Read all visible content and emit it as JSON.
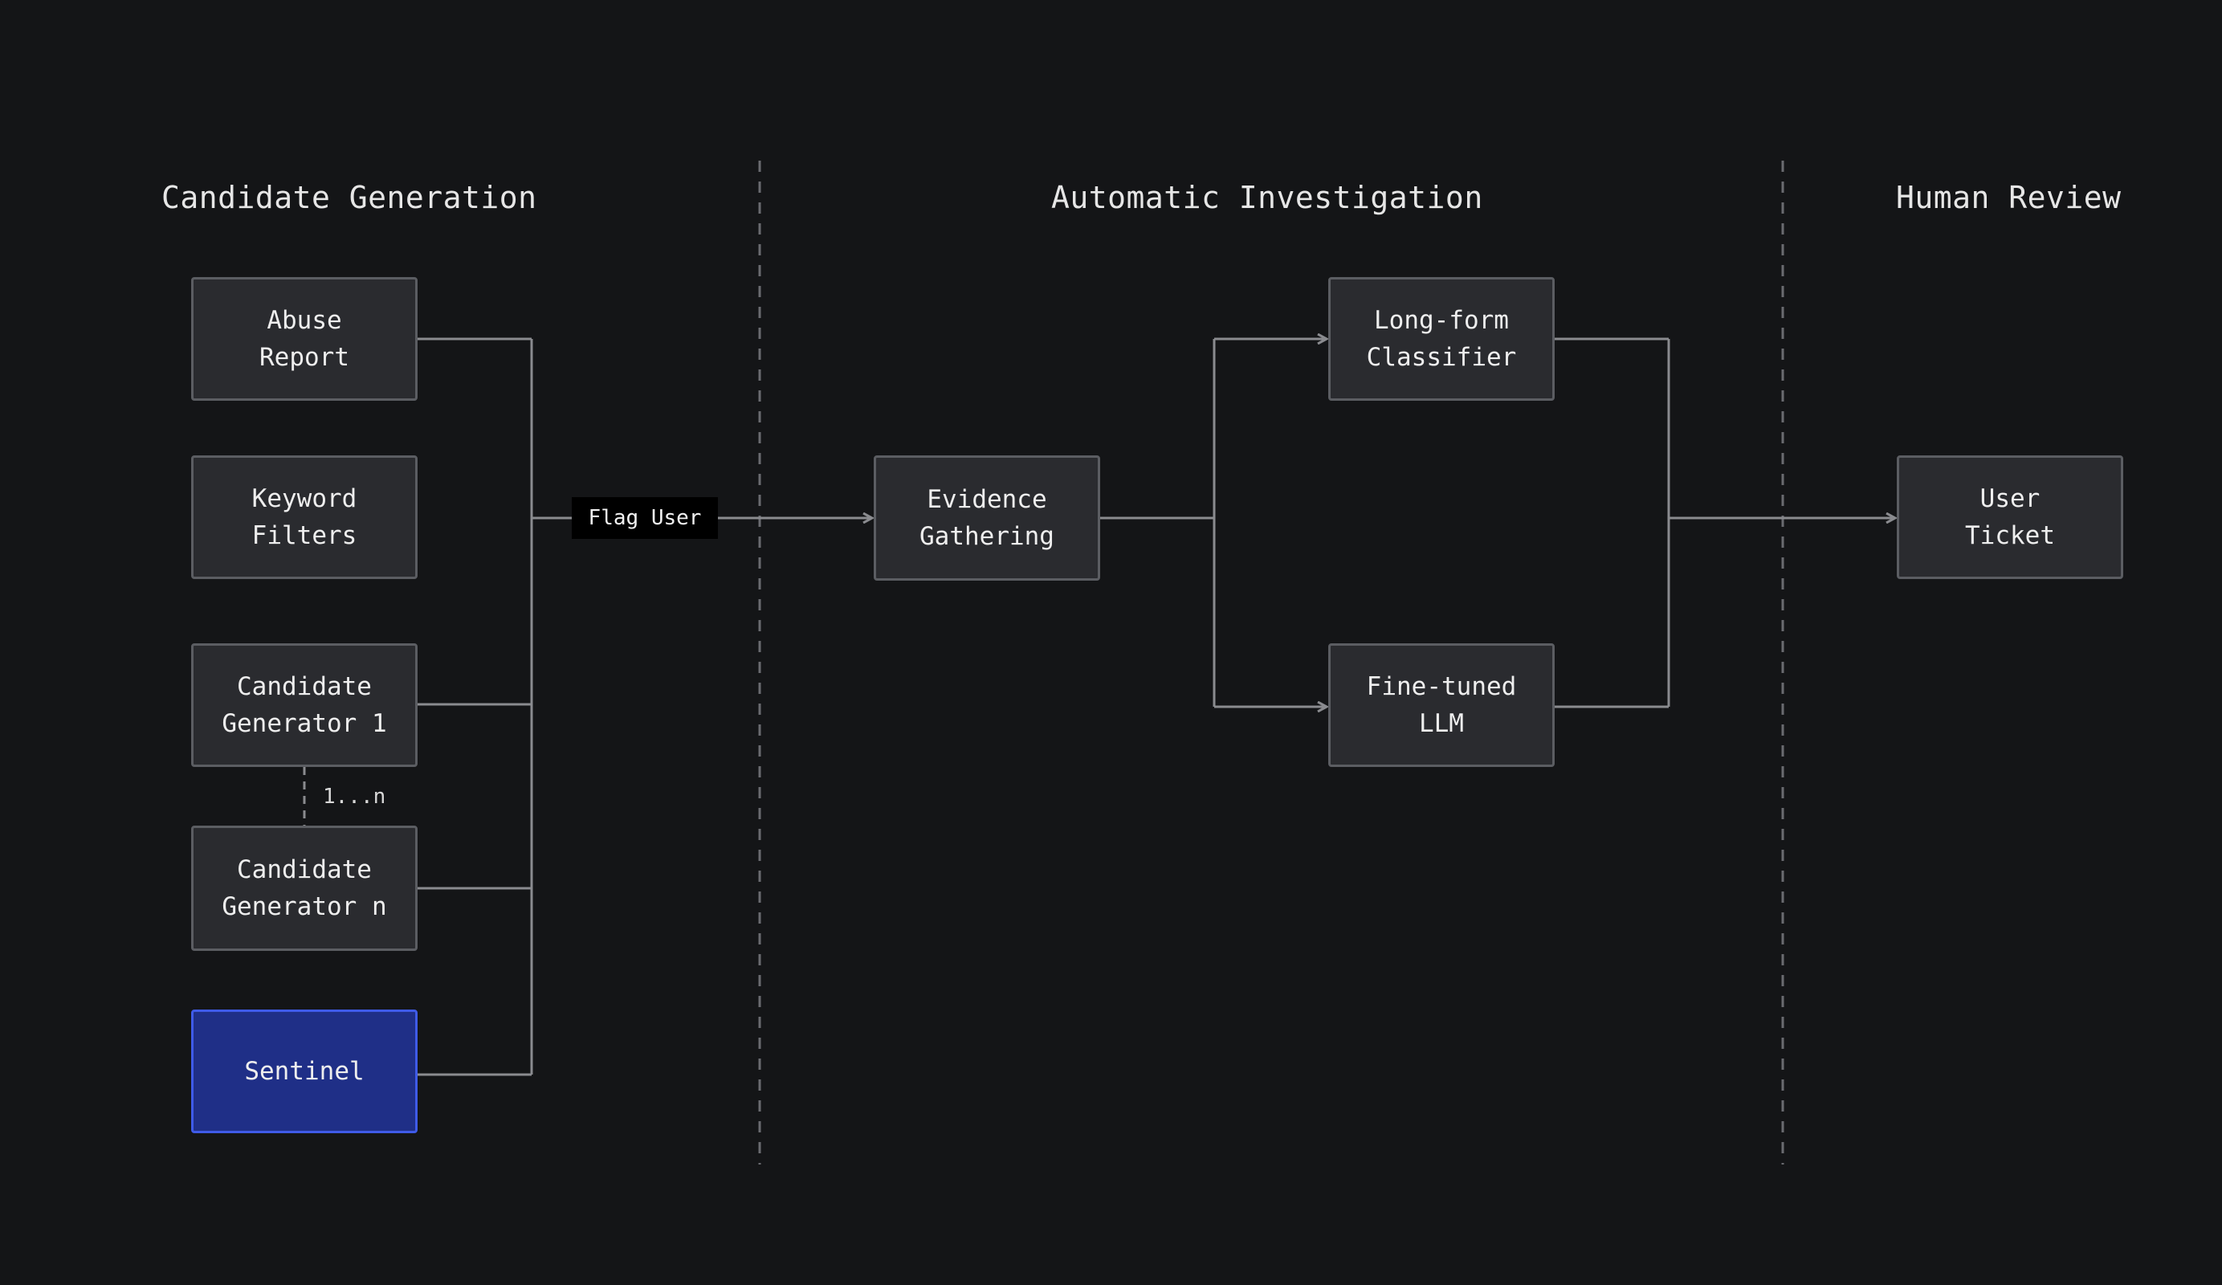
{
  "sections": {
    "candidate_generation": "Candidate Generation",
    "automatic_investigation": "Automatic Investigation",
    "human_review": "Human Review"
  },
  "nodes": {
    "abuse_report": "Abuse\nReport",
    "keyword_filters": "Keyword\nFilters",
    "candidate_generator_1": "Candidate\nGenerator 1",
    "candidate_generator_n": "Candidate\nGenerator n",
    "sentinel": "Sentinel",
    "evidence_gathering": "Evidence\nGathering",
    "long_form_classifier": "Long-form\nClassifier",
    "fine_tuned_llm": "Fine-tuned\nLLM",
    "user_ticket": "User\nTicket"
  },
  "edge_labels": {
    "flag_user": "Flag User",
    "generator_range": "1...n"
  },
  "colors": {
    "background": "#141517",
    "node_fill": "#2a2b2f",
    "node_border": "#5b5d62",
    "sentinel_fill": "#1f2f87",
    "sentinel_border": "#3f5be8",
    "connector": "#8a8b8f"
  }
}
